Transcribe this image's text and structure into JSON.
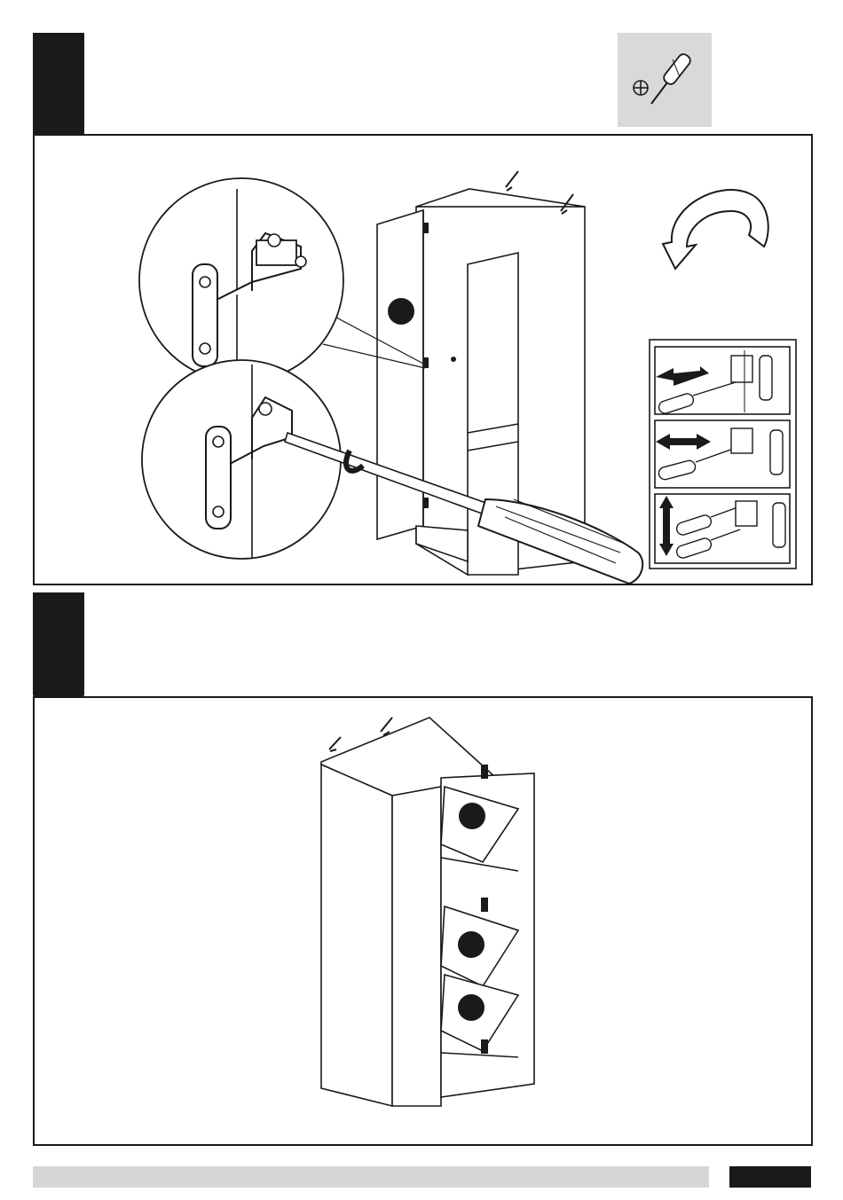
{
  "document": {
    "type": "assembly-instructions-page",
    "steps": [
      {
        "id": "step-a",
        "tool_icon": "phillips-screwdriver-icon",
        "rotation_arrow": "curved-arrow-icon",
        "insets": [
          "hinge-detail-top",
          "hinge-detail-bottom"
        ],
        "adjustment_panels": [
          "depth-adjust",
          "side-adjust",
          "height-adjust"
        ]
      },
      {
        "id": "step-b",
        "parts": [
          "shelf-upper",
          "shelf-middle",
          "shelf-lower"
        ]
      }
    ],
    "colors": {
      "ink": "#1a1a1a",
      "tool_bg": "#d9d9d9",
      "footer": "#d6d6d6"
    }
  }
}
